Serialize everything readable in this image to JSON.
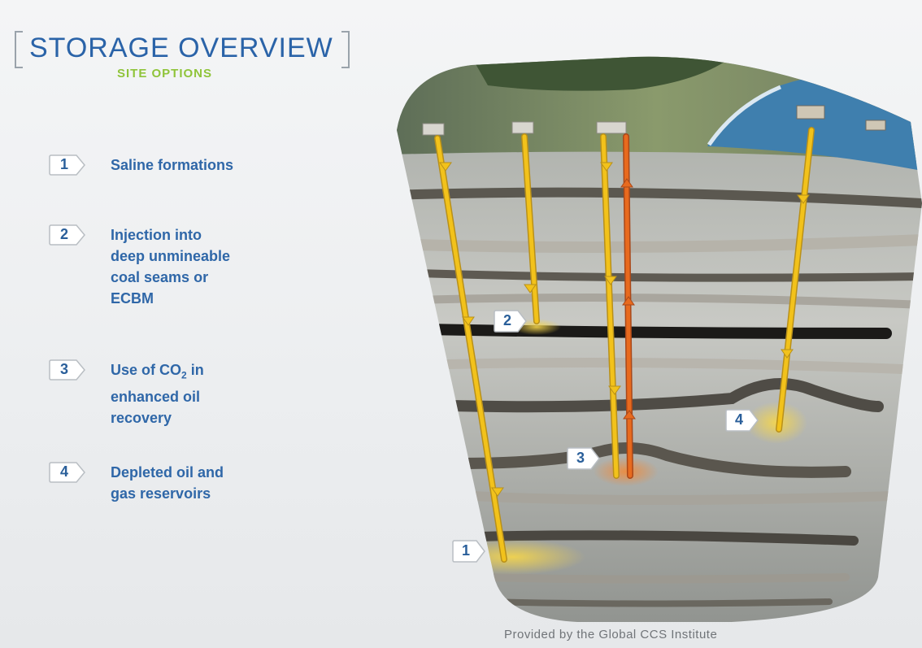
{
  "header": {
    "title": "STORAGE OVERVIEW",
    "subtitle": "SITE OPTIONS"
  },
  "options": [
    {
      "number": "1",
      "label": "Saline formations"
    },
    {
      "number": "2",
      "label": "Injection into\ndeep unmineable\ncoal seams or\nECBM"
    },
    {
      "number": "3",
      "label_pre": "Use of CO",
      "label_sub": "2",
      "label_post": " in\nenhanced oil\nrecovery"
    },
    {
      "number": "4",
      "label": "Depleted oil and\ngas reservoirs"
    }
  ],
  "diagram_markers": [
    "1",
    "2",
    "3",
    "4"
  ],
  "credit": "Provided by the Global CCS Institute",
  "colors": {
    "title": "#2a63a8",
    "subtitle": "#8fc43a",
    "pipe_injection": "#f2c21b",
    "pipe_extraction": "#e86a1e",
    "sea": "#3f7fae"
  },
  "icons": [
    "oil-rig-icon",
    "wellhead-icon",
    "down-arrow-icon",
    "up-arrow-icon"
  ]
}
